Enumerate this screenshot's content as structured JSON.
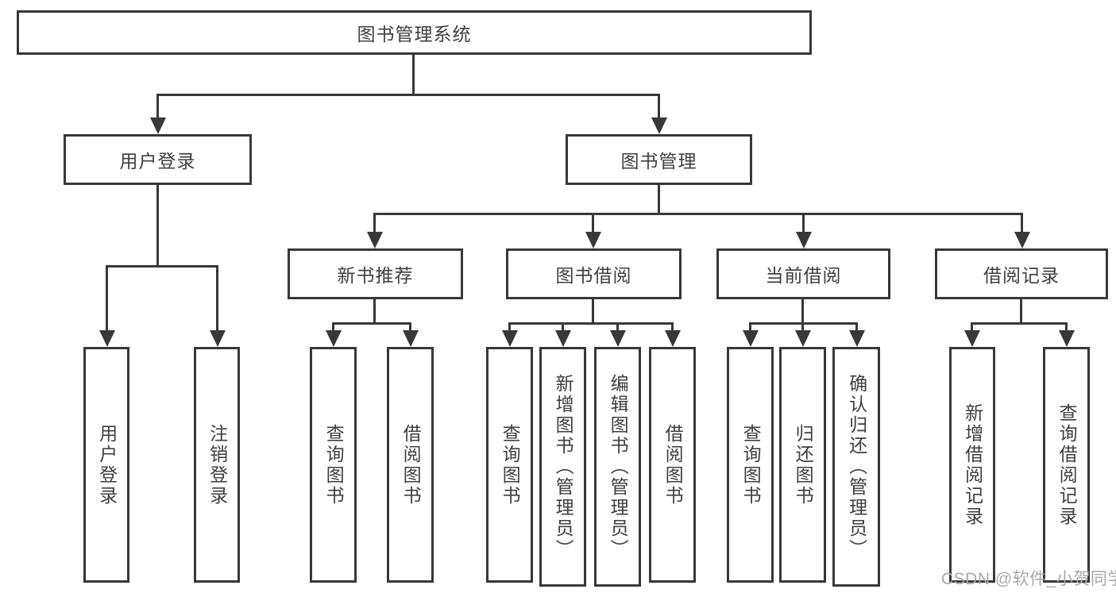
{
  "diagram": {
    "root": {
      "label": "图书管理系统"
    },
    "level2": [
      {
        "id": "user-login",
        "label": "用户登录"
      },
      {
        "id": "book-management",
        "label": "图书管理"
      }
    ],
    "level3": [
      {
        "id": "new-book-recommend",
        "label": "新书推荐"
      },
      {
        "id": "book-borrow",
        "label": "图书借阅"
      },
      {
        "id": "current-borrow",
        "label": "当前借阅"
      },
      {
        "id": "borrow-records",
        "label": "借阅记录"
      }
    ],
    "leaves": {
      "user_login": [
        {
          "label": "用户登录"
        },
        {
          "label": "注销登录"
        }
      ],
      "new_books": [
        {
          "label": "查询图书"
        },
        {
          "label": "借阅图书"
        }
      ],
      "book_borrow": [
        {
          "label": "查询图书"
        },
        {
          "label": "新增图书（管理员）"
        },
        {
          "label": "编辑图书（管理员）"
        },
        {
          "label": "借阅图书"
        }
      ],
      "current_borrow": [
        {
          "label": "查询图书"
        },
        {
          "label": "归还图书"
        },
        {
          "label": "确认归还（管理员）"
        }
      ],
      "borrow_records": [
        {
          "label": "新增借阅记录"
        },
        {
          "label": "查询借阅记录"
        }
      ]
    },
    "watermark": "CSDN @软件_小贺同学",
    "colors": {
      "line": "#383838",
      "box_border": "#383838",
      "text": "#3f3f3f",
      "watermark": "#a9a9a9",
      "background": "#ffffff"
    }
  }
}
